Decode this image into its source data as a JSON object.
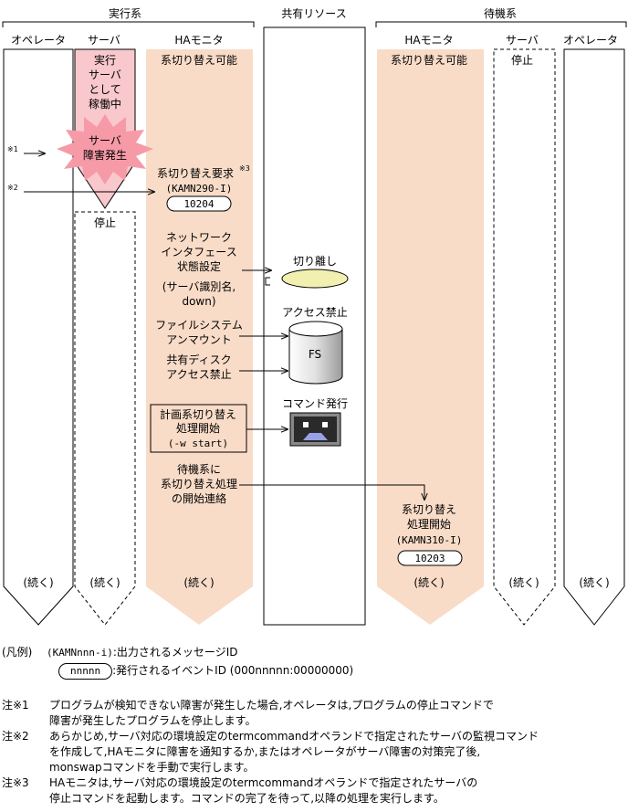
{
  "groups": {
    "active": "実行系",
    "shared": "共有リソース",
    "standby": "待機系"
  },
  "lanes": {
    "operator": "オペレータ",
    "server": "サーバ",
    "ha_monitor": "HAモニタ"
  },
  "active": {
    "server_running": [
      "実行",
      "サーバ",
      "として",
      "稼働中"
    ],
    "failure": [
      "サーバ",
      "障害発生"
    ],
    "switchable": "系切り替え可能",
    "stopped": "停止",
    "switch_request": "系切り替え要求",
    "switch_request_sup": "※3",
    "switch_request_msg": "(KAMN290-I)",
    "switch_request_event": "10204",
    "network_step": [
      "ネットワーク",
      "インタフェース",
      "状態設定",
      "(サーバ識別名,",
      "down)"
    ],
    "unmount_step": [
      "ファイルシステム",
      "アンマウント"
    ],
    "disk_step": [
      "共有ディスク",
      "アクセス禁止"
    ],
    "planned_box": [
      "計画系切り替え",
      "処理開始",
      "(-w start)"
    ],
    "notify_step": [
      "待機系に",
      "系切り替え処理",
      "の開始連絡"
    ],
    "cont": "(続く)"
  },
  "shared": {
    "detach": "切り離し",
    "access_denied": "アクセス禁止",
    "fs": "FS",
    "command_issue": "コマンド発行"
  },
  "standby": {
    "switchable": "系切り替え可能",
    "stopped": "停止",
    "start": [
      "系切り替え",
      "処理開始",
      "(KAMN310-I)"
    ],
    "event": "10203",
    "cont": "(続く)"
  },
  "markers": {
    "m1": "※1",
    "m2": "※2"
  },
  "legend": {
    "title": "(凡例)",
    "msg_sample": "(KAMNnnn-i)",
    "msg_desc": ":出力されるメッセージID",
    "event_sample": "nnnnn",
    "event_desc": ":発行されるイベントID (000nnnnn:00000000)"
  },
  "notes": [
    {
      "key": "注※1",
      "lines": [
        "プログラムが検知できない障害が発生した場合,オペレータは,プログラムの停止コマンドで",
        "障害が発生したプログラムを停止します。"
      ]
    },
    {
      "key": "注※2",
      "lines": [
        "あらかじめ,サーバ対応の環境設定のtermcommandオペランドで指定されたサーバの監視コマンド",
        "を作成して,HAモニタに障害を通知するか,またはオペレータがサーバ障害の対策完了後,",
        "monswapコマンドを手動で実行します。"
      ]
    },
    {
      "key": "注※3",
      "lines": [
        "HAモニタは,サーバ対応の環境設定のtermcommandオペランドで指定されたサーバの",
        "停止コマンドを起動します。コマンドの完了を待って,以降の処理を実行します。"
      ]
    }
  ],
  "colors": {
    "ha_fill": "#f8dcc8",
    "server_fill": "#f8c8cc",
    "burst_fill": "#f79aa8",
    "detach_fill": "#f2f0b0",
    "fs_fill": "#e4e4e4"
  }
}
